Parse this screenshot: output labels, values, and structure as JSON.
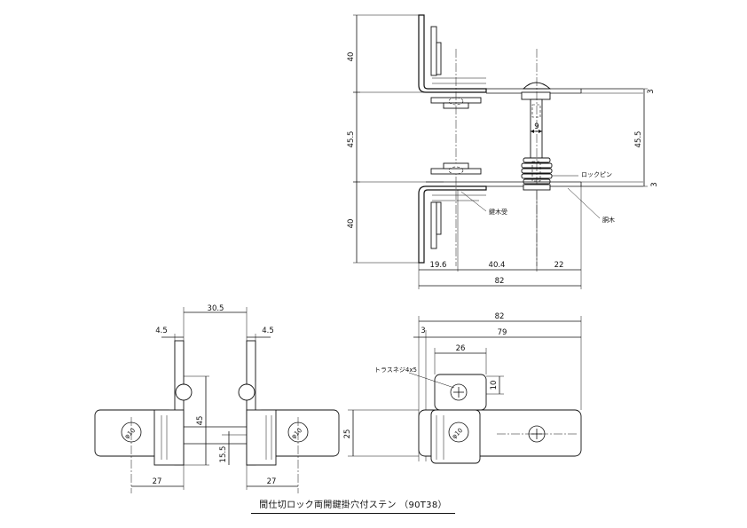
{
  "caption": "間仕切ロック両開鍵掛穴付ステン （90T38）",
  "side_view": {
    "dims_left": [
      "40",
      "45.5",
      "40"
    ],
    "dims_right": [
      "3",
      "45.5",
      "3"
    ],
    "dims_bottom": [
      "19.6",
      "40.4",
      "22"
    ],
    "dim_total": "82",
    "dim_pin": "9",
    "labels": {
      "lock_pin": "ロックピン",
      "receiver": "鍵木受",
      "frame_wood": "胴木"
    }
  },
  "front_view": {
    "dim_spacing": "30.5",
    "dim_left_thick": "4.5",
    "dim_right_thick": "4.5",
    "dim_height": "45",
    "dim_offset": "15.5",
    "dim_left_width": "27",
    "dim_right_width": "27",
    "hole_left": "φ10",
    "hole_right": "φ10"
  },
  "top_view": {
    "dim_total": "82",
    "dim_edge": "3",
    "dim_length": "79",
    "dim_screw_spacing": "26",
    "dim_screw_offset": "10",
    "dim_height": "25",
    "screw_label": "トラスネジ4x5",
    "hole": "φ10"
  }
}
